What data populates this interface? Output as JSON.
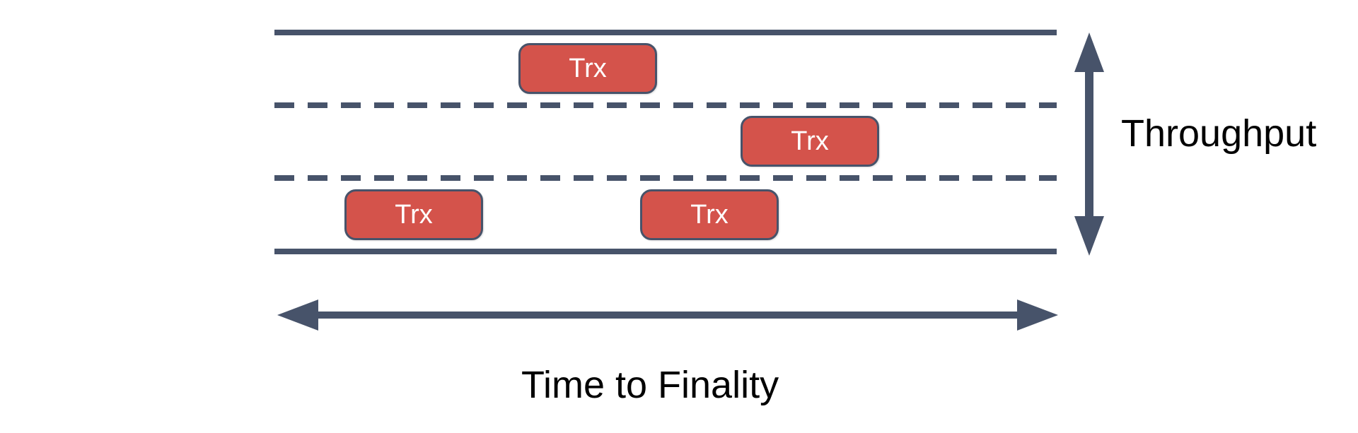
{
  "diagram": {
    "axis_labels": {
      "vertical": "Throughput",
      "horizontal": "Time to Finality"
    },
    "lanes": {
      "count": 3,
      "boundaries": [
        "solid",
        "dashed",
        "dashed",
        "solid"
      ]
    },
    "transactions": [
      {
        "label": "Trx",
        "lane": "top"
      },
      {
        "label": "Trx",
        "lane": "middle"
      },
      {
        "label": "Trx",
        "lane": "bottom"
      },
      {
        "label": "Trx",
        "lane": "bottom"
      }
    ],
    "colors": {
      "line": "#47536a",
      "box_fill": "#d4534b",
      "box_border": "#47536a",
      "box_text": "#ffffff",
      "label_text": "#000000",
      "background": "#ffffff"
    }
  }
}
